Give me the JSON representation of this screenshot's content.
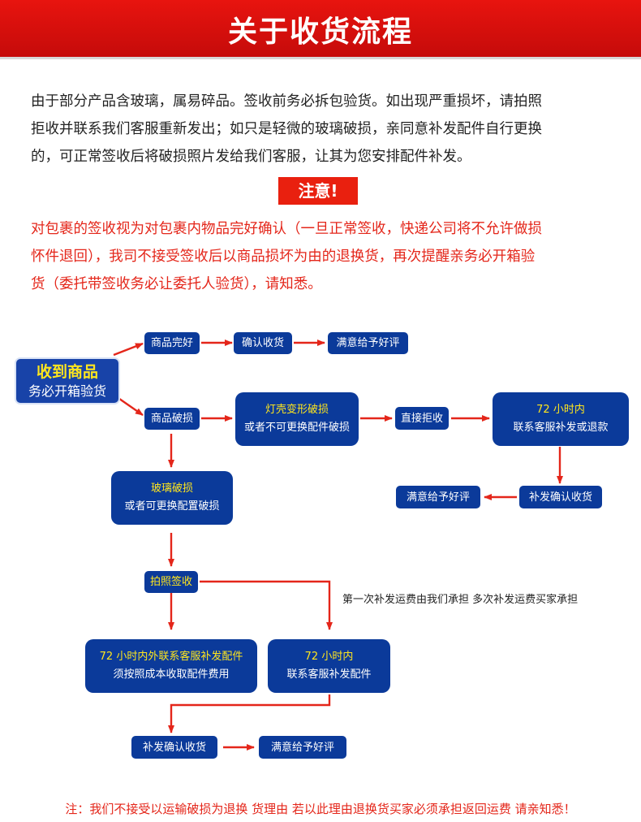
{
  "header": {
    "title": "关于收货流程"
  },
  "intro": {
    "lines": [
      "由于部分产品含玻璃，属易碎品。签收前务必拆包验货。如出现严重损坏，请拍照",
      "拒收并联系我们客服重新发出；如只是轻微的玻璃破损，亲同意补发配件自行更换",
      "的，可正常签收后将破损照片发给我们客服，让其为您安排配件补发。"
    ]
  },
  "notice": {
    "label": "注意!"
  },
  "warning": {
    "lines": [
      "对包裹的签收视为对包裹内物品完好确认（一旦正常签收，快递公司将不允许做损",
      "怀件退回），我司不接受签收后以商品损坏为由的退换货，再次提醒亲务必开箱验",
      "货（委托带签收务必让委托人验货），请知悉。"
    ]
  },
  "flow": {
    "start": {
      "line1": "收到商品",
      "line2": "务必开箱验货"
    },
    "intact": "商品完好",
    "confirm_receipt": "确认收货",
    "satisfied_1": "满意给予好评",
    "damaged": "商品破损",
    "shell_damage": {
      "line1": "灯壳变形破损",
      "line2": "或者不可更换配件破损"
    },
    "reject": "直接拒收",
    "contact_72h_resend": {
      "line1": "72 小时内",
      "line2": "联系客服补发或退款"
    },
    "resend_confirm_1": "补发确认收货",
    "satisfied_2": "满意给予好评",
    "glass_damage": {
      "line1": "玻璃破损",
      "line2": "或者可更换配置破损"
    },
    "photo_sign": "拍照签收",
    "shipping_note": "第一次补发运费由我们承担 多次补发运费买家承担",
    "outside_72h": {
      "line1": "72 小时内外联系客服补发配件",
      "line2": "须按照成本收取配件费用"
    },
    "within_72h": {
      "line1": "72 小时内",
      "line2": "联系客服补发配件"
    },
    "resend_confirm_2": "补发确认收货",
    "satisfied_3": "满意给予好评"
  },
  "footer": {
    "note": "注：我们不接受以运输破损为退换 货理由 若以此理由退换货买家必须承担返回运费 请亲知悉！"
  },
  "colors": {
    "red": "#e4261a",
    "banner": "#d7110f",
    "node_blue": "#0b3a9a",
    "yellow": "#ffe61d"
  }
}
